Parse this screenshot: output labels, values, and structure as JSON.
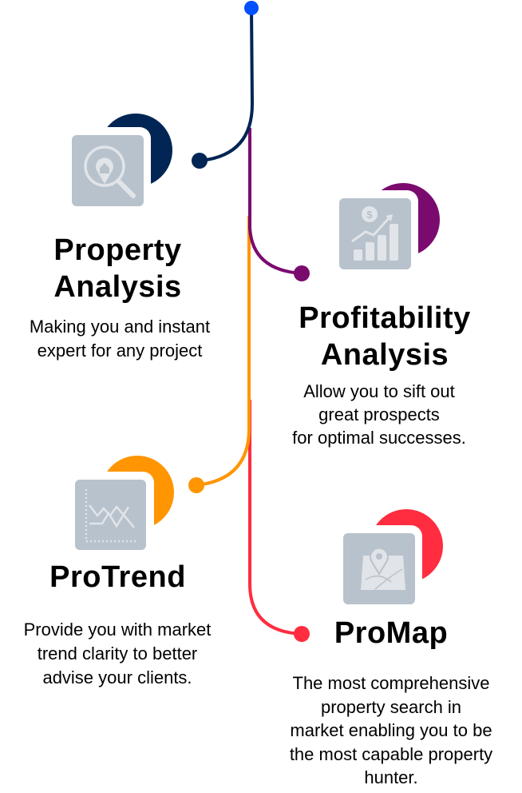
{
  "colors": {
    "start_dot": "#0050ff",
    "navy": "#012554",
    "purple": "#7b0a6f",
    "orange": "#ff9500",
    "red": "#ff2d3f",
    "icon_box": "#b8c2cc",
    "icon_glyph": "#e1e4e8"
  },
  "features": [
    {
      "title_lines": [
        "Property",
        "Analysis"
      ],
      "desc_lines": [
        "Making you and instant",
        "expert for any project"
      ],
      "icon": "home-search-icon"
    },
    {
      "title_lines": [
        "Profitability",
        "Analysis"
      ],
      "desc_lines": [
        "Allow you to sift out",
        "great prospects",
        "for optimal successes."
      ],
      "icon": "dollar-growth-chart-icon"
    },
    {
      "title_lines": [
        "ProTrend"
      ],
      "desc_lines": [
        "Provide you with market",
        "trend clarity to better",
        "advise your clients."
      ],
      "icon": "trend-chart-icon"
    },
    {
      "title_lines": [
        "ProMap"
      ],
      "desc_lines": [
        "The most comprehensive",
        "property search in",
        "market enabling you to be",
        "the most capable property",
        "hunter."
      ],
      "icon": "map-pin-icon"
    }
  ]
}
